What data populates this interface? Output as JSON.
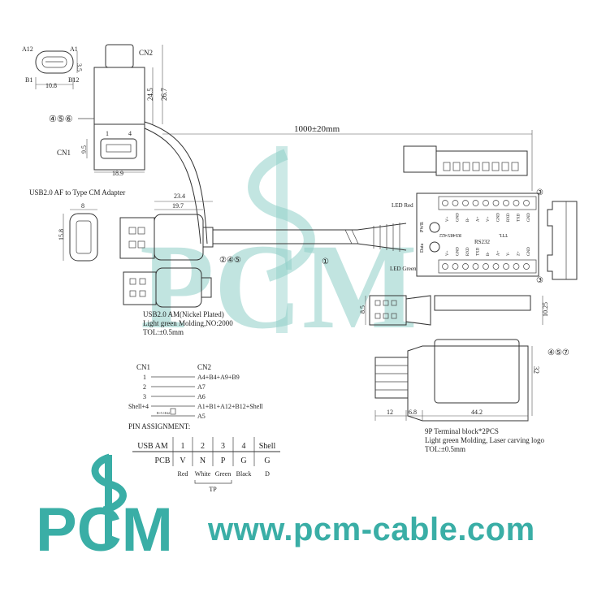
{
  "colors": {
    "brand": "#3aaea6",
    "watermark": "#8fcfc8",
    "line": "#333333"
  },
  "labels": {
    "cn2": "CN2",
    "cn1": "CN1",
    "a12": "A12",
    "a1": "A1",
    "b1": "B1",
    "b12": "B12",
    "callout_456": "④⑤⑥",
    "adapter_name": "USB2.0 AF to Type CM Adapter",
    "length": "1000±20mm",
    "led_red": "LED Red",
    "led_green": "LED Green",
    "rs485": "RS485/422",
    "rs232": "RS232",
    "ttl": "TTL",
    "pwr": "PWR",
    "data": "Data",
    "callout_3a": "③",
    "callout_3b": "③",
    "callout_245": "②④⑤",
    "callout_1": "①",
    "callout_457": "④⑤⑦",
    "pin1": "1",
    "pin4": "4",
    "usb_am_l1": "USB2.0 AM(Nickel Plated)",
    "usb_am_l2": "Light green Molding,NO:2000",
    "usb_am_l3": "TOL:±0.5mm",
    "term_l1": "9P Terminal block*2PCS",
    "term_l2": "Light green Molding, Laser carving logo",
    "term_l3": "TOL:±0.5mm",
    "pin_assignment": "PIN ASSIGNMENT:",
    "resistor": "R=5.1KΩ"
  },
  "dimensions": {
    "d10_8": "10.8",
    "d3_5": "3.5",
    "d24_5": "24.5",
    "d26_7": "26.7",
    "d9_5": "9.5",
    "d18_9": "18.9",
    "d23_4": "23.4",
    "d19_7": "19.7",
    "d8": "8",
    "d15_8": "15.8",
    "d8_5": "8.5",
    "d10_25": "10.25",
    "d32": "32",
    "d12": "12",
    "d6_8": "6.8",
    "d44_2": "44.2"
  },
  "terminal_top": [
    "V+",
    "GND",
    "B-",
    "A+",
    "V+",
    "GND",
    "RXD",
    "TXD",
    "GND"
  ],
  "terminal_bottom": [
    "V+",
    "GND",
    "RXD",
    "TXD",
    "B-",
    "A+",
    "Y-",
    "Z+",
    "GND"
  ],
  "wiring": {
    "header_cn1": "CN1",
    "header_cn2": "CN2",
    "rows": [
      {
        "cn1": "1",
        "cn2": "A4+B4+A9+B9"
      },
      {
        "cn1": "2",
        "cn2": "A7"
      },
      {
        "cn1": "3",
        "cn2": "A6"
      },
      {
        "cn1": "Shell+4",
        "cn2": "A1+B1+A12+B12+Shell"
      },
      {
        "cn1": "",
        "cn2": "A5"
      }
    ]
  },
  "pin_table": {
    "row1": [
      "USB AM",
      "1",
      "2",
      "3",
      "4",
      "Shell"
    ],
    "row2": [
      "PCB",
      "V",
      "N",
      "P",
      "G",
      "G"
    ],
    "colors": [
      "Red",
      "White",
      "Green",
      "Black",
      "D"
    ],
    "tp": "TP"
  },
  "brand": {
    "watermark_text": "PCM",
    "logo_text": "PCM",
    "url": "www.pcm-cable.com"
  }
}
